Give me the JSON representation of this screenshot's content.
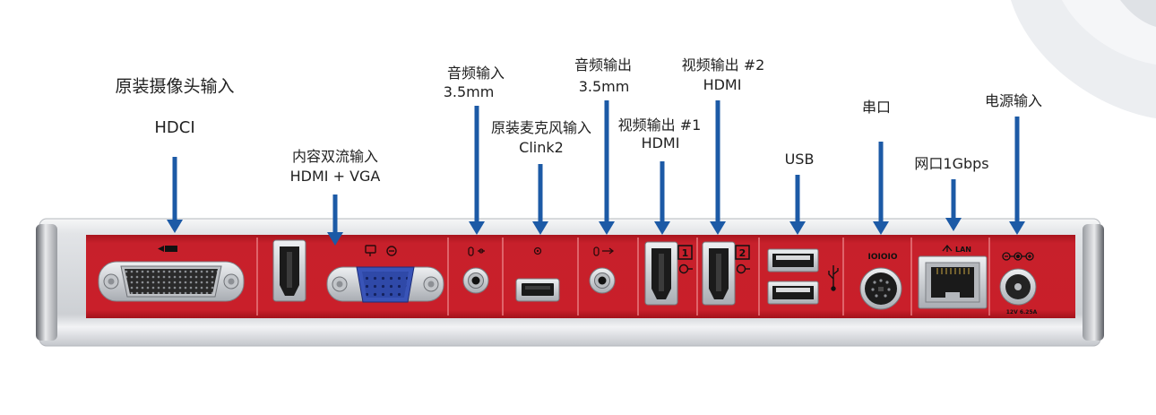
{
  "callouts": [
    {
      "line1": "原装摄像头输入",
      "line2": "HDCI"
    },
    {
      "line1": "内容双流输入",
      "line2": "HDMI + VGA"
    },
    {
      "line1": "音频输入",
      "line2": "3.5mm"
    },
    {
      "line1": "原装麦克风输入",
      "line2": "Clink2"
    },
    {
      "line1": "音频输出",
      "line2": "3.5mm"
    },
    {
      "line1": "视频输出 #1",
      "line2": "HDMI"
    },
    {
      "line1": "视频输出 #2",
      "line2": "HDMI"
    },
    {
      "line1": "USB"
    },
    {
      "line1": "串口"
    },
    {
      "line1": "网口1Gbps"
    },
    {
      "line1": "电源输入"
    }
  ],
  "device_markings": {
    "monitor_1": "1",
    "monitor_2": "2",
    "serial": "IOIOIO",
    "lan": "LAN",
    "power_rating": "12V 6.25A"
  },
  "icons": [
    "camera-icon",
    "display-icon",
    "microphone-icon",
    "audio-out-icon",
    "monitor-icon",
    "usb-icon",
    "network-icon",
    "power-polarity-icon"
  ],
  "colors": {
    "arrow": "#1c5aa6",
    "panel": "#c7202b",
    "label": "#222222",
    "vga_connector": "#2f49a8"
  }
}
